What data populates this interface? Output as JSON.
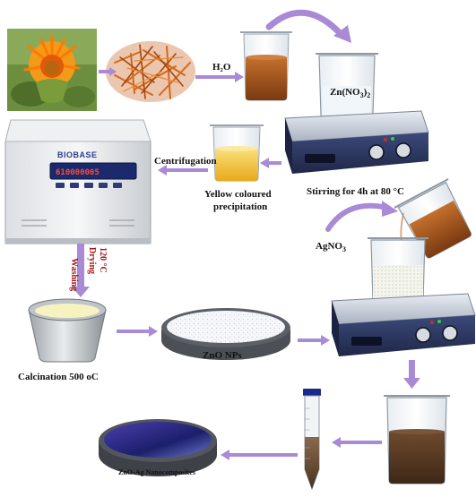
{
  "labels": {
    "h2o": "H₂O",
    "zn_nitrate_base": "Zn(NO",
    "zn_nitrate_sub": "3",
    "zn_nitrate_close": ")",
    "zn_nitrate_sub2": "2",
    "stirring": "Stirring for 4h at 80 °C",
    "centrifugation": "Centrifugation",
    "yellow_line1": "Yellow coloured",
    "yellow_line2": "precipitation",
    "washing": "Washing",
    "drying": "Drying",
    "drying_temp": "120 °C",
    "agno3_base": "AgNO",
    "agno3_sub": "3",
    "calcination": "Calcination 500 oC",
    "zno_nps": "ZnO NPs",
    "zno_ag": "ZnO-Ag Nanocomposites"
  },
  "centrifuge": {
    "brand": "BIOBASE",
    "display": "610000005"
  },
  "colors": {
    "arrow": "#a98ad6",
    "arrow_dark": "#8c6bc4",
    "extract": "#a0541c",
    "yellow": "#f3c94a",
    "brown": "#5b3a22",
    "stirrer": "#2f3b66",
    "dish_blue": "#2b2f8f"
  }
}
